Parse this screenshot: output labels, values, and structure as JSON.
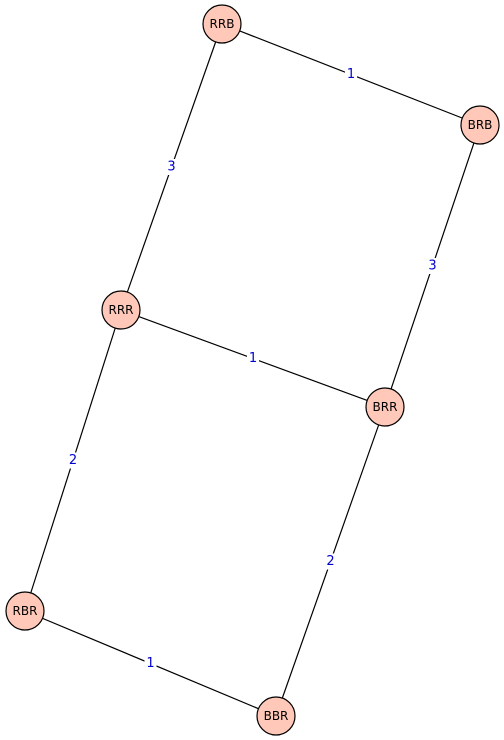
{
  "graph": {
    "colors": {
      "node_fill": "#ffc8b8",
      "node_stroke": "#000000",
      "edge_stroke": "#000000",
      "edge_label": "#0000cc"
    },
    "nodes": [
      {
        "id": "RRB",
        "label": "RRB"
      },
      {
        "id": "BRB",
        "label": "BRB"
      },
      {
        "id": "RRR",
        "label": "RRR"
      },
      {
        "id": "BRR",
        "label": "BRR"
      },
      {
        "id": "RBR",
        "label": "RBR"
      },
      {
        "id": "BBR",
        "label": "BBR"
      }
    ],
    "edges": [
      {
        "source": "RRB",
        "target": "BRB",
        "label": "1"
      },
      {
        "source": "RRB",
        "target": "RRR",
        "label": "3"
      },
      {
        "source": "BRB",
        "target": "BRR",
        "label": "3"
      },
      {
        "source": "RRR",
        "target": "BRR",
        "label": "1"
      },
      {
        "source": "RRR",
        "target": "RBR",
        "label": "2"
      },
      {
        "source": "BRR",
        "target": "BBR",
        "label": "2"
      },
      {
        "source": "RBR",
        "target": "BBR",
        "label": "1"
      }
    ]
  }
}
